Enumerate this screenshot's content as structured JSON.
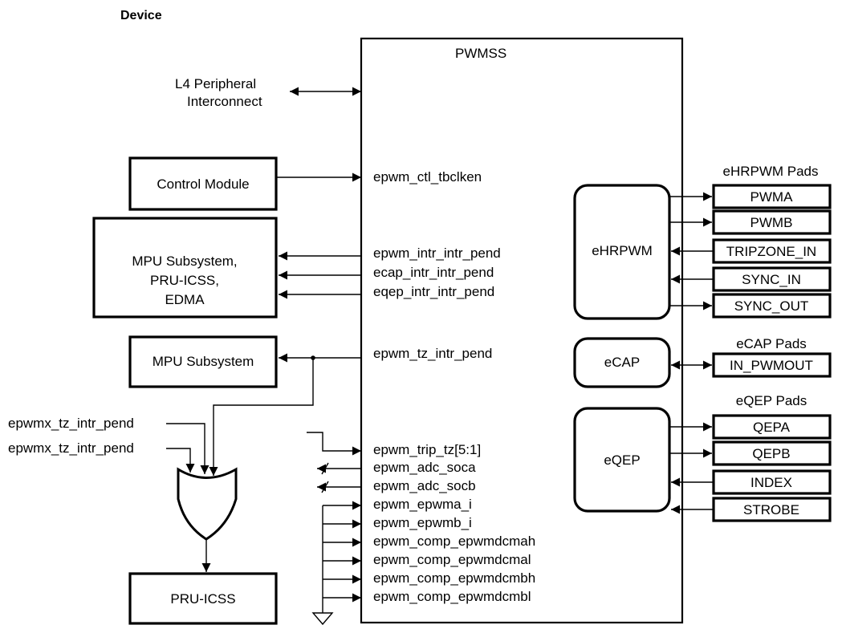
{
  "heading": "Device",
  "pwmss": "PWMSS",
  "l4_line1": "L4 Peripheral",
  "l4_line2": "Interconnect",
  "control_module": "Control Module",
  "mpu_group_line1": "MPU Subsystem,",
  "mpu_group_line2": "PRU-ICSS,",
  "mpu_group_line3": "EDMA",
  "mpu_subsystem": "MPU Subsystem",
  "pru_icss": "PRU-ICSS",
  "or_input_1": "epwmx_tz_intr_pend",
  "or_input_2": "epwmx_tz_intr_pend",
  "signals": {
    "ctl_tbclken": "epwm_ctl_tbclken",
    "epwm_intr": "epwm_intr_intr_pend",
    "ecap_intr": "ecap_intr_intr_pend",
    "eqep_intr": "eqep_intr_intr_pend",
    "tz_intr": "epwm_tz_intr_pend",
    "trip_tz": "epwm_trip_tz[5:1]",
    "adc_soca": "epwm_adc_soca",
    "adc_socb": "epwm_adc_socb",
    "epwma_i": "epwm_epwma_i",
    "epwmb_i": "epwm_epwmb_i",
    "comp_mah": "epwm_comp_epwmdcmah",
    "comp_mal": "epwm_comp_epwmdcmal",
    "comp_mbh": "epwm_comp_epwmdcmbh",
    "comp_mbl": "epwm_comp_epwmdcmbl"
  },
  "modules": {
    "ehrpwm": "eHRPWM",
    "ecap": "eCAP",
    "eqep": "eQEP"
  },
  "pads": {
    "ehrpwm_title": "eHRPWM Pads",
    "pwma": "PWMA",
    "pwmb": "PWMB",
    "tripzone_in": "TRIPZONE_IN",
    "sync_in": "SYNC_IN",
    "sync_out": "SYNC_OUT",
    "ecap_title": "eCAP Pads",
    "in_pwmout": "IN_PWMOUT",
    "eqep_title": "eQEP Pads",
    "qepa": "QEPA",
    "qepb": "QEPB",
    "index": "INDEX",
    "strobe": "STROBE"
  }
}
